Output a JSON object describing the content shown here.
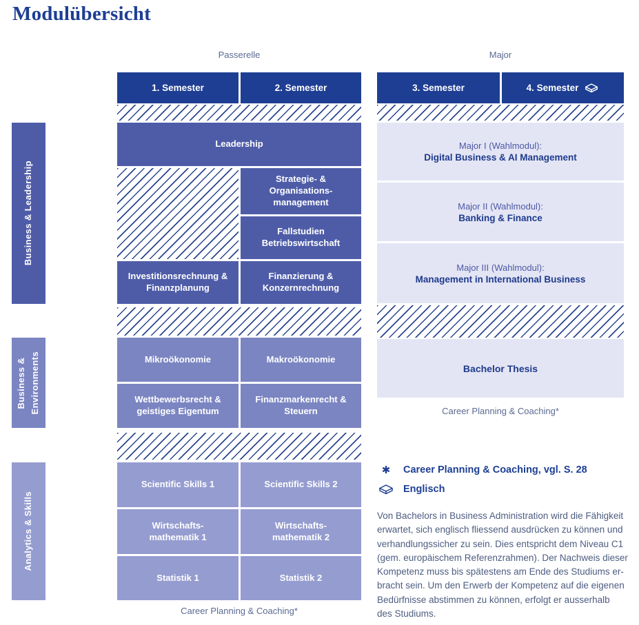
{
  "page": {
    "title": "Modulübersicht"
  },
  "columns": {
    "left_group_label": "Passerelle",
    "right_group_label": "Major",
    "semester1": "1. Semester",
    "semester2": "2. Semester",
    "semester3": "3. Semester",
    "semester4": "4. Semester"
  },
  "groups": {
    "business_leadership": "Business & Leadership",
    "business_environments": "Business &\nEnvironments",
    "analytics_skills": "Analytics & Skills"
  },
  "modules": {
    "leadership": "Leadership",
    "strategie": "Strategie- &\nOrganisations-\nmanagement",
    "fallstudien": "Fallstudien\nBetriebswirtschaft",
    "investitionsrechnung": "Investitionsrechnung &\nFinanzplanung",
    "finanzierung": "Finanzierung &\nKonzernrechnung",
    "mikrooekonomie": "Mikroökonomie",
    "makrooekonomie": "Makroökonomie",
    "wettbewerbsrecht": "Wettbewerbsrecht &\ngeistiges Eigentum",
    "finanzmarkenrecht": "Finanzmarkenrecht &\nSteuern",
    "scientific_skills_1": "Scientific Skills 1",
    "scientific_skills_2": "Scientific Skills 2",
    "wirtschaftsmathematik_1": "Wirtschafts-\nmathematik 1",
    "wirtschaftsmathematik_2": "Wirtschafts-\nmathematik 2",
    "statistik_1": "Statistik 1",
    "statistik_2": "Statistik 2",
    "bachelor_thesis": "Bachelor Thesis"
  },
  "majors": [
    {
      "label": "Major I (Wahlmodul):",
      "name": "Digital Business & AI Management"
    },
    {
      "label": "Major II (Wahlmodul):",
      "name": "Banking & Finance"
    },
    {
      "label": "Major III (Wahlmodul):",
      "name": "Management in International Business"
    }
  ],
  "footnotes": {
    "career_left": "Career Planning & Coaching*",
    "career_right": "Career Planning & Coaching*",
    "asterisk": "✱",
    "career_reference": "Career Planning & Coaching, vgl. S. 28",
    "english_label": "Englisch",
    "english_paragraph": "Von Bachelors in Business Administration wird die Fähigkeit\nerwartet, sich englisch fliessend ausdrücken zu können und\nverhandlungssicher zu sein. Dies entspricht dem Niveau C1\n(gem. europäischem Referenzrahmen). Der Nachweis dieser\nKompetenz muss bis spätestens am Ende des Studiums er-\nbracht sein. Um den Erwerb der Kompetenz auf die eigenen\nBedürfnisse abstimmen zu können, erfolgt er ausserhalb\ndes Studiums."
  },
  "icons": {
    "semester4_book": "stacked-books-icon",
    "english_book": "stacked-books-icon"
  },
  "colors": {
    "navy_header": "#1e3e93",
    "group1_blue": "#4e5ca8",
    "group2_blue": "#7b85c2",
    "group3_blue": "#959cd0",
    "major_pale": "#e4e5f4",
    "hatch_line": "#2a458f",
    "secondary_text": "#5c6a92",
    "paragraph_text": "#4d5c80",
    "dark_bold_text": "#1d3a8c"
  }
}
